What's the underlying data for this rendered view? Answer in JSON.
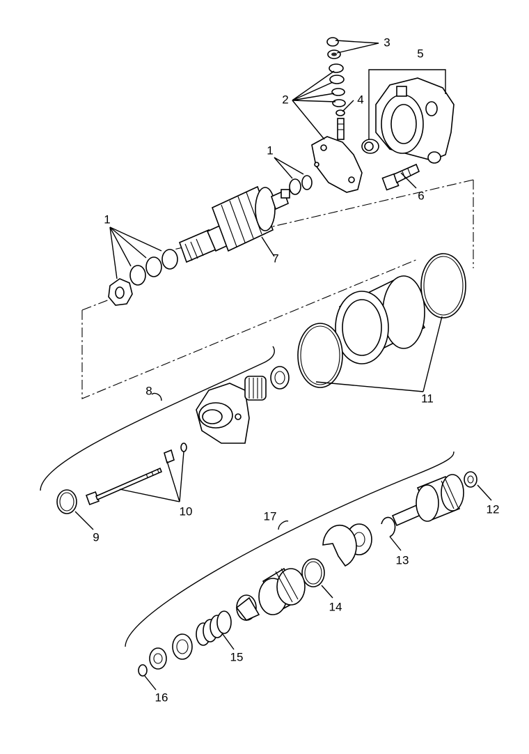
{
  "callouts": [
    {
      "id": "c1a",
      "text": "1"
    },
    {
      "id": "c1b",
      "text": "1"
    },
    {
      "id": "c2",
      "text": "2"
    },
    {
      "id": "c3",
      "text": "3"
    },
    {
      "id": "c4",
      "text": "4"
    },
    {
      "id": "c5",
      "text": "5"
    },
    {
      "id": "c6",
      "text": "6"
    },
    {
      "id": "c7",
      "text": "7"
    },
    {
      "id": "c8",
      "text": "8"
    },
    {
      "id": "c9",
      "text": "9"
    },
    {
      "id": "c10",
      "text": "10"
    },
    {
      "id": "c11",
      "text": "11"
    },
    {
      "id": "c12",
      "text": "12"
    },
    {
      "id": "c13",
      "text": "13"
    },
    {
      "id": "c14",
      "text": "14"
    },
    {
      "id": "c15",
      "text": "15"
    },
    {
      "id": "c16",
      "text": "16"
    },
    {
      "id": "c17",
      "text": "17"
    }
  ]
}
